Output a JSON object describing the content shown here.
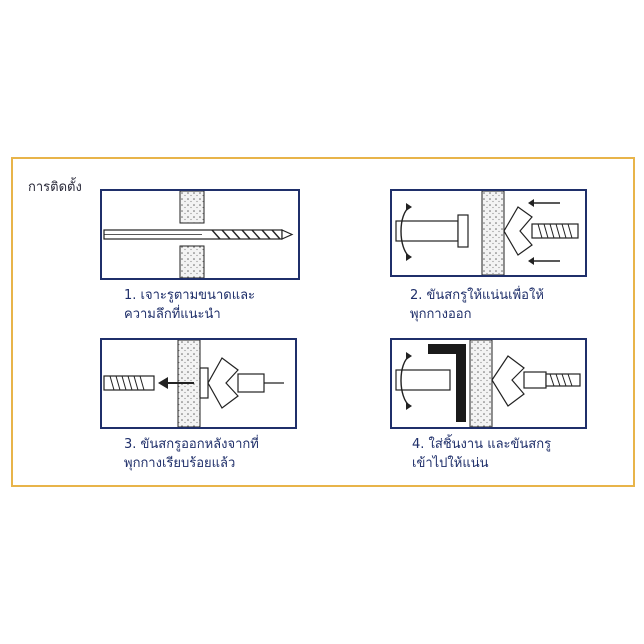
{
  "title": "การติดตั้ง",
  "steps": [
    {
      "lines": [
        "1. เจาะรูตามขนาดและ",
        "ความลึกที่แนะนำ"
      ]
    },
    {
      "lines": [
        "2. ขันสกรูให้แน่นเพื่อให้",
        "พุกกางออก"
      ]
    },
    {
      "lines": [
        "3. ขันสกรูออกหลังจากที่",
        "พุกกางเรียบร้อยแล้ว"
      ]
    },
    {
      "lines": [
        "4. ใส่ชิ้นงาน และขันสกรู",
        "เข้าไปให้แน่น"
      ]
    }
  ],
  "colors": {
    "border": "#e8b44a",
    "ink": "#1f2f6a"
  }
}
